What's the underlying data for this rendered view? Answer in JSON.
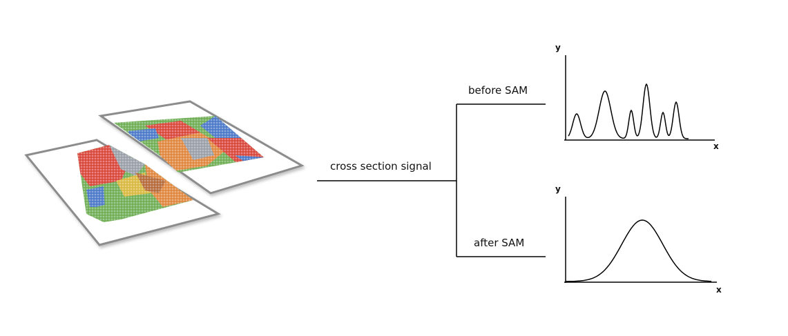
{
  "labels": {
    "branch_in": "cross section signal",
    "branch_top": "before SAM",
    "branch_bottom": "after SAM"
  },
  "plots": {
    "top": {
      "x_axis": "x",
      "y_axis": "y"
    },
    "bottom": {
      "x_axis": "x",
      "y_axis": "y"
    }
  },
  "colors": {
    "line": "#000000",
    "slide_border": "#8c8c8c",
    "tissue_red": "#d9463c",
    "tissue_green": "#6fae55",
    "tissue_blue": "#4b79c8",
    "tissue_orange": "#e0873f",
    "tissue_yellow": "#d9b93d",
    "tissue_gray": "#9aa0a8",
    "tissue_brown": "#b56a3a"
  }
}
